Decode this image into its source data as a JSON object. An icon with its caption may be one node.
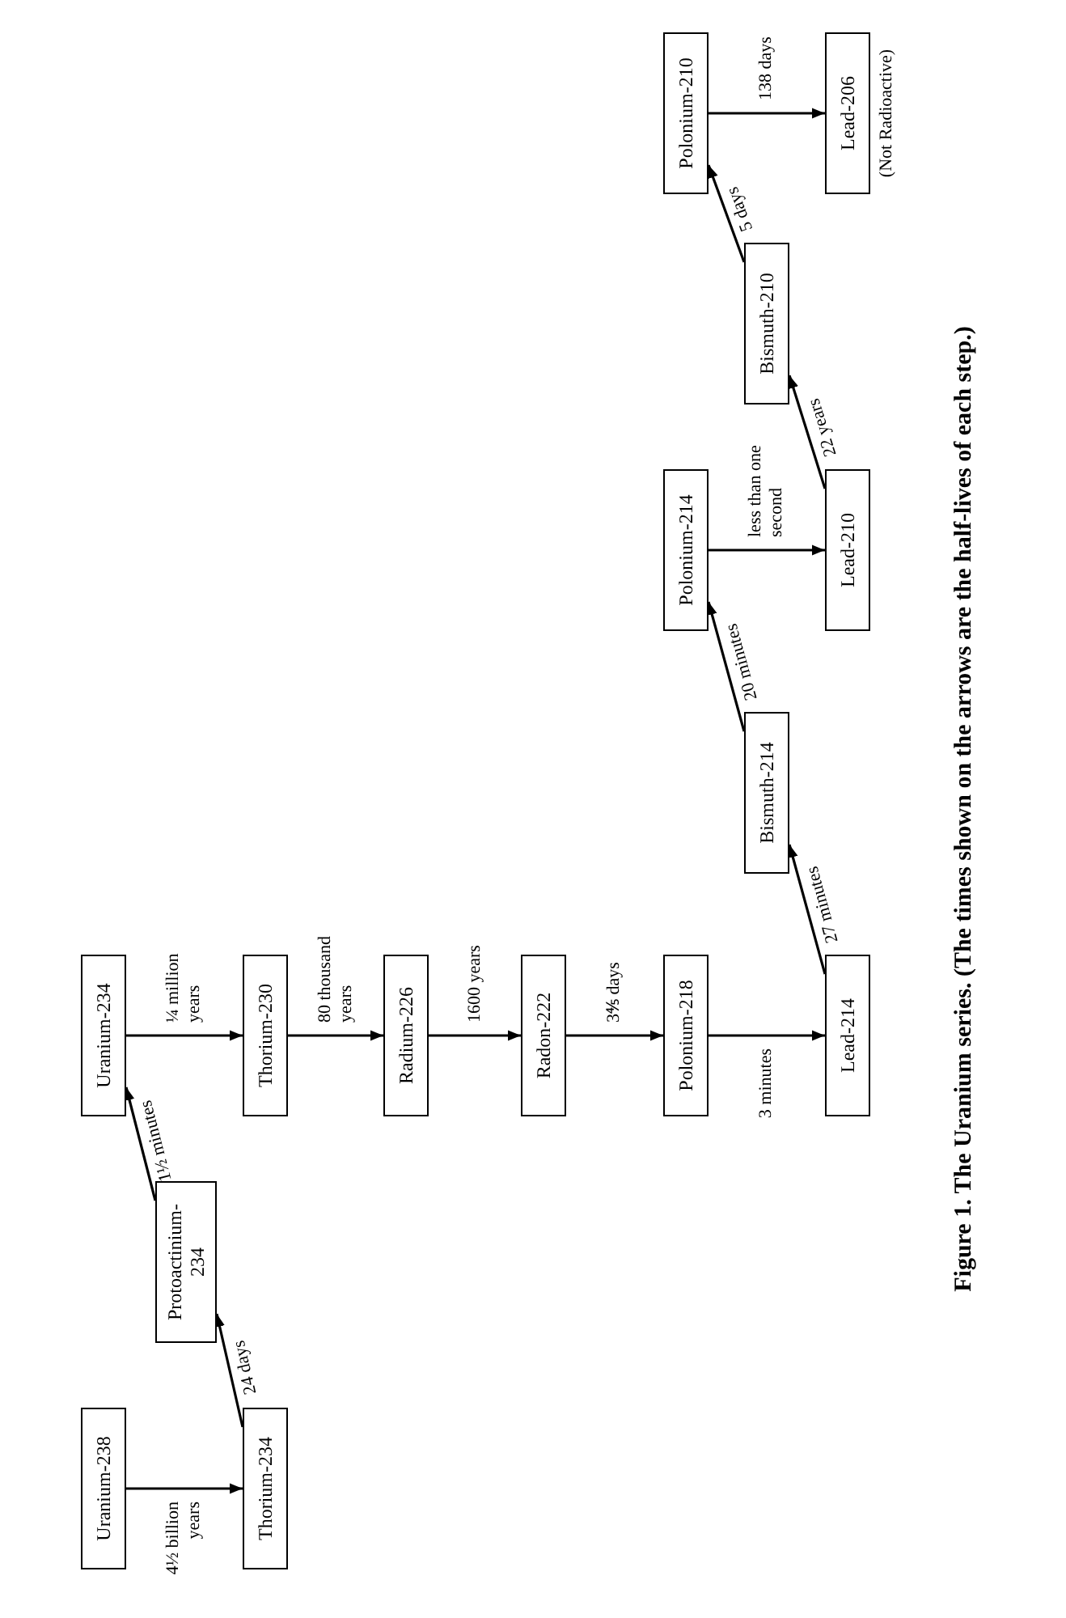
{
  "diagram": {
    "caption": "Figure 1. The Uranium series. (The times shown on the arrows are the half-lives of each step.)",
    "nodes": [
      {
        "text": [
          "Uranium-238"
        ]
      },
      {
        "text": [
          "Thorium-234"
        ]
      },
      {
        "text": [
          "Protoactinium- 234"
        ]
      },
      {
        "text": [
          "Uranium-234"
        ]
      },
      {
        "text": [
          "Thorium-230"
        ]
      },
      {
        "text": [
          "Radium-226"
        ]
      },
      {
        "text": [
          "Radon-222"
        ]
      },
      {
        "text": [
          "Polonium-218"
        ]
      },
      {
        "text": [
          "Lead-214"
        ]
      },
      {
        "text": [
          "Bismuth-214"
        ]
      },
      {
        "text": [
          "Polonium-214"
        ]
      },
      {
        "text": [
          "Lead-210"
        ]
      },
      {
        "text": [
          "Bismuth-210"
        ]
      },
      {
        "text": [
          "Polonium-210"
        ]
      },
      {
        "text": [
          "Lead-206"
        ],
        "beside": [
          "(Not Radioactive)"
        ]
      }
    ],
    "edges": [
      {
        "from": 0,
        "to": 1,
        "arrow": "to",
        "label": "4½ billion years"
      },
      {
        "from": 1,
        "to": 2,
        "arrow": "to",
        "label": "24 days"
      },
      {
        "from": 2,
        "to": 3,
        "arrow": "to",
        "label": "1½ minutes"
      },
      {
        "from": 3,
        "to": 4,
        "arrow": "to",
        "label": "¼ million years"
      },
      {
        "from": 4,
        "to": 5,
        "arrow": "to",
        "label": "80 thousand years"
      },
      {
        "from": 5,
        "to": 6,
        "arrow": "to",
        "label": "1600 years"
      },
      {
        "from": 6,
        "to": 7,
        "arrow": "to",
        "label": "3⅘ days"
      },
      {
        "from": 7,
        "to": 8,
        "arrow": "to",
        "label": "3 minutes"
      },
      {
        "from": 8,
        "to": 9,
        "arrow": "to",
        "label": "27 minutes"
      },
      {
        "from": 9,
        "to": 10,
        "arrow": "to",
        "label": "20 minutes"
      },
      {
        "from": 10,
        "to": 11,
        "arrow": "to",
        "label": "less than one second"
      },
      {
        "from": 11,
        "to": 12,
        "arrow": "to",
        "label": "22 years"
      },
      {
        "from": 12,
        "to": 13,
        "arrow": "to",
        "label": "5 days"
      },
      {
        "from": 13,
        "to": 14,
        "arrow": "to",
        "label": "138 days"
      }
    ]
  }
}
